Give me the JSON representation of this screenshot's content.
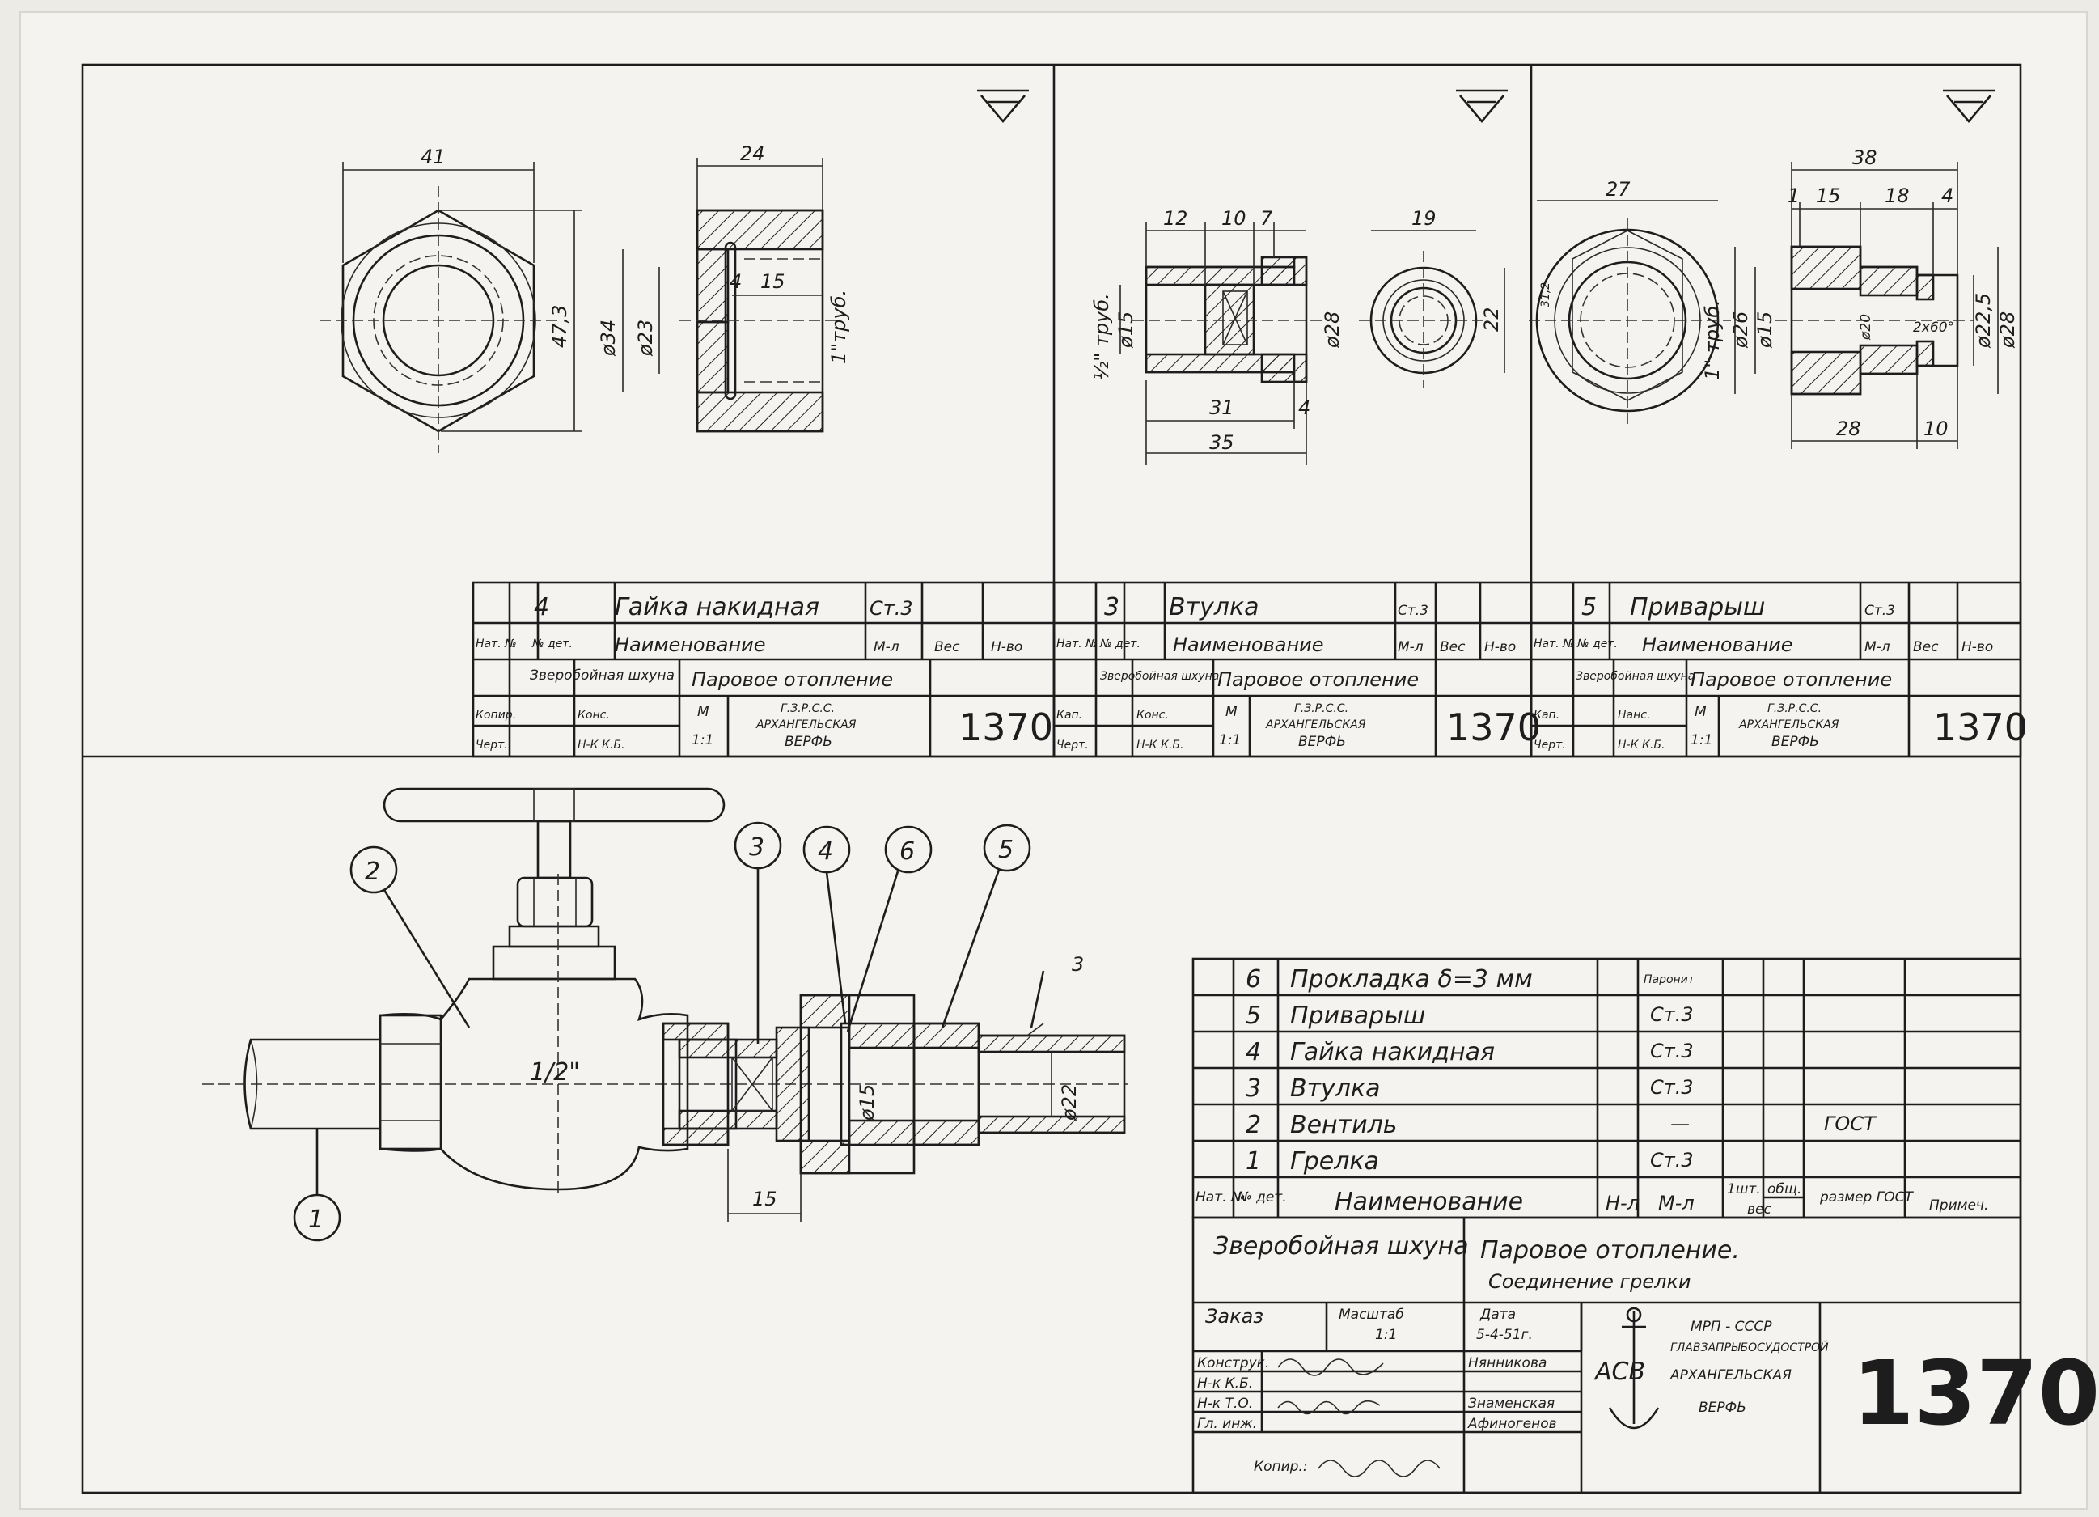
{
  "views": {
    "gayka": {
      "dims": [
        "41",
        "47,3",
        "ø34",
        "ø23",
        "24",
        "4",
        "15",
        "1\"труб."
      ]
    },
    "vtulka": {
      "dims": [
        "12",
        "10",
        "7",
        "19",
        "½\" труб.",
        "ø15",
        "ø28",
        "22",
        "31",
        "4",
        "35"
      ]
    },
    "privarysh": {
      "dims": [
        "27",
        "38",
        "1",
        "15",
        "18",
        "4",
        "31,2",
        "1\" труб.",
        "ø26",
        "ø15",
        "ø20",
        "2х60°",
        "ø22,5",
        "ø28",
        "28",
        "10"
      ]
    }
  },
  "part_stamps": [
    {
      "num": "4",
      "name": "Гайка накидная",
      "material": "Ст.3",
      "h_num": "Нат. №",
      "h_det": "№ дет.",
      "h_name": "Наименование",
      "h_mat": "М-л",
      "h_weight": "Вес",
      "h_qty": "Н-во",
      "ship": "Зверобойная шхуна",
      "title": "Паровое отопление",
      "r_copy": "Копир.",
      "r_draw": "Черт.",
      "r_kons": "Конс.",
      "r_nk": "Н-К К.Б.",
      "scale_label": "М",
      "scale": "1:1",
      "org1": "Г.З.Р.С.С.",
      "org2": "АРХАНГЕЛЬСКАЯ",
      "org3": "ВЕРФЬ",
      "number": "1370"
    },
    {
      "num": "3",
      "name": "Втулка",
      "material": "Ст.3",
      "h_num": "Нат. №",
      "h_det": "№ дет.",
      "h_name": "Наименование",
      "h_mat": "М-л",
      "h_weight": "Вес",
      "h_qty": "Н-во",
      "ship": "Зверобойная шхуна",
      "title": "Паровое отопление",
      "r_copy": "Кап.",
      "r_draw": "Черт.",
      "r_kons": "Конс.",
      "r_nk": "Н-К К.Б.",
      "scale_label": "М",
      "scale": "1:1",
      "org1": "Г.З.Р.С.С.",
      "org2": "АРХАНГЕЛЬСКАЯ",
      "org3": "ВЕРФЬ",
      "number": "1370"
    },
    {
      "num": "5",
      "name": "Приварыш",
      "material": "Ст.3",
      "h_num": "Нат. №",
      "h_det": "№ дет.",
      "h_name": "Наименование",
      "h_mat": "М-л",
      "h_weight": "Вес",
      "h_qty": "Н-во",
      "ship": "Зверобойная шхуна",
      "title": "Паровое отопление",
      "r_copy": "Кап.",
      "r_draw": "Черт.",
      "r_kons": "Нанс.",
      "r_nk": "Н-К К.Б.",
      "scale_label": "М",
      "scale": "1:1",
      "org1": "Г.З.Р.С.С.",
      "org2": "АРХАНГЕЛЬСКАЯ",
      "org3": "ВЕРФЬ",
      "number": "1370"
    }
  ],
  "assembly": {
    "callouts": [
      "1",
      "2",
      "3",
      "4",
      "6",
      "5",
      "3"
    ],
    "dims": [
      "1/2\"",
      "ø15",
      "ø22",
      "15"
    ]
  },
  "bom": {
    "rows": [
      {
        "n": "6",
        "name": "Прокладка δ=3 мм",
        "mat": "Паронит",
        "note": ""
      },
      {
        "n": "5",
        "name": "Приварыш",
        "mat": "Ст.3",
        "note": ""
      },
      {
        "n": "4",
        "name": "Гайка накидная",
        "mat": "Ст.3",
        "note": ""
      },
      {
        "n": "3",
        "name": "Втулка",
        "mat": "Ст.3",
        "note": ""
      },
      {
        "n": "2",
        "name": "Вентиль",
        "mat": "—",
        "note": "ГОСТ"
      },
      {
        "n": "1",
        "name": "Грелка",
        "mat": "Ст.3",
        "note": ""
      }
    ],
    "headers": {
      "nat": "Нат. №",
      "det": "№ дет.",
      "name": "Наименование",
      "qty": "Н-л",
      "mat": "М-л",
      "one": "1шт.",
      "total": "общ.",
      "weight": "вес",
      "size": "размер ГОСТ",
      "note": "Примеч."
    }
  },
  "main_stamp": {
    "ship": "Зверобойная шхуна",
    "title": "Паровое отопление.",
    "subtitle": "Соединение грелки",
    "order_label": "Заказ",
    "scale_label": "Масштаб",
    "scale": "1:1",
    "date_label": "Дата",
    "date": "5-4-51г.",
    "roles": [
      "Конструк.",
      "Н-к К.Б.",
      "Н-к Т.О.",
      "Гл. инж."
    ],
    "names": [
      "Нянникова",
      "",
      "Знаменская",
      "Афиногенов"
    ],
    "org1": "МРП - СССР",
    "org2": "ГЛАВЗАПРЫБОСУДОСТРОЙ",
    "org3": "АРХАНГЕЛЬСКАЯ",
    "org4": "ВЕРФЬ",
    "logo": "АСВ",
    "number": "1370",
    "copied_label": "Копир.:"
  }
}
